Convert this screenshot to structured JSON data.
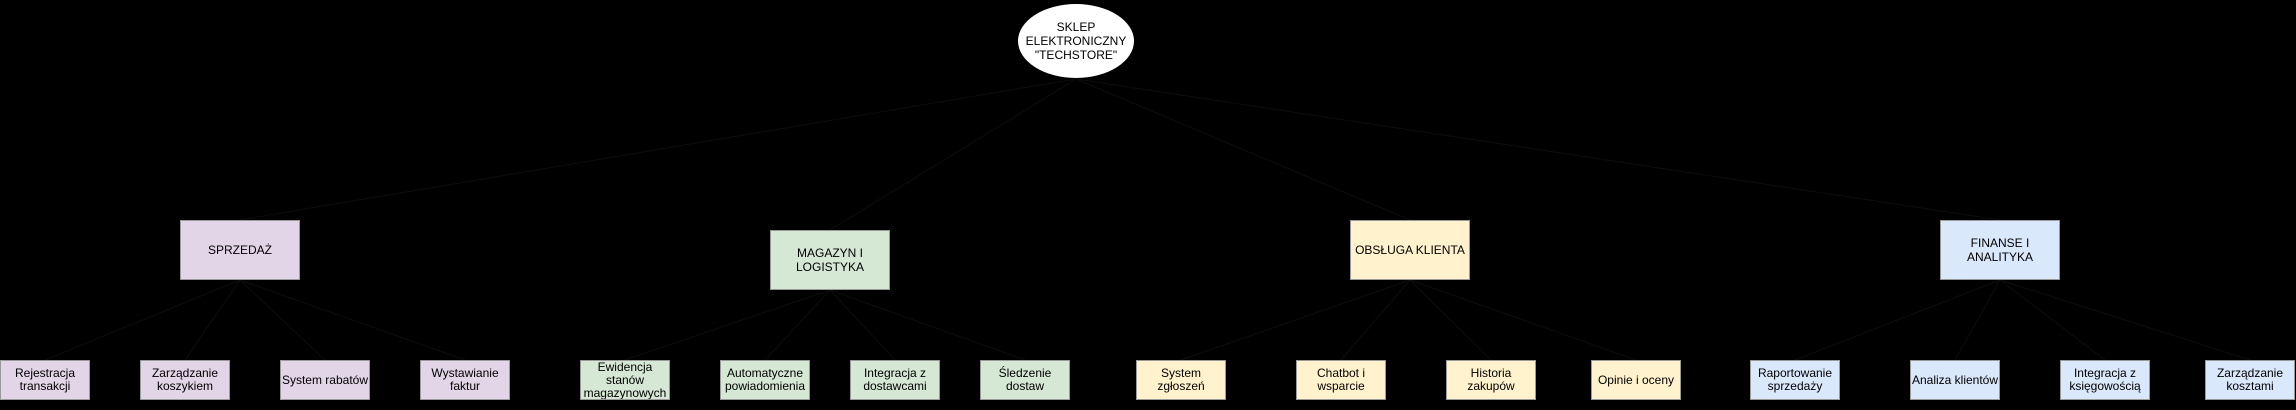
{
  "colors": {
    "background": "#000000",
    "purple": "#e1d5e7",
    "green": "#d5e8d4",
    "yellow": "#fff2cc",
    "blue": "#dae8fc"
  },
  "root": {
    "label": "SKLEP\nELEKTRONICZNY\n\"TECHSTORE\""
  },
  "groups": [
    {
      "label": "SPRZEDAŻ",
      "color": "purple",
      "children": [
        "Rejestracja\ntransakcji",
        "Zarządzanie\nkoszykiem",
        "System rabatów",
        "Wystawianie\nfaktur"
      ]
    },
    {
      "label": "MAGAZYN I\nLOGISTYKA",
      "color": "green",
      "children": [
        "Ewidencja\nstanów\nmagazynowych",
        "Automatyczne\npowiadomienia",
        "Integracja z\ndostawcami",
        "Śledzenie\ndostaw"
      ]
    },
    {
      "label": "OBSŁUGA KLIENTA",
      "color": "yellow",
      "children": [
        "System\nzgłoszeń",
        "Chatbot i\nwsparcie",
        "Historia\nzakupów",
        "Opinie i oceny"
      ]
    },
    {
      "label": "FINANSE I\nANALITYKA",
      "color": "blue",
      "children": [
        "Raportowanie\nsprzedaży",
        "Analiza klientów",
        "Integracja z\nksięgowością",
        "Zarządzanie\nkosztami"
      ]
    }
  ]
}
